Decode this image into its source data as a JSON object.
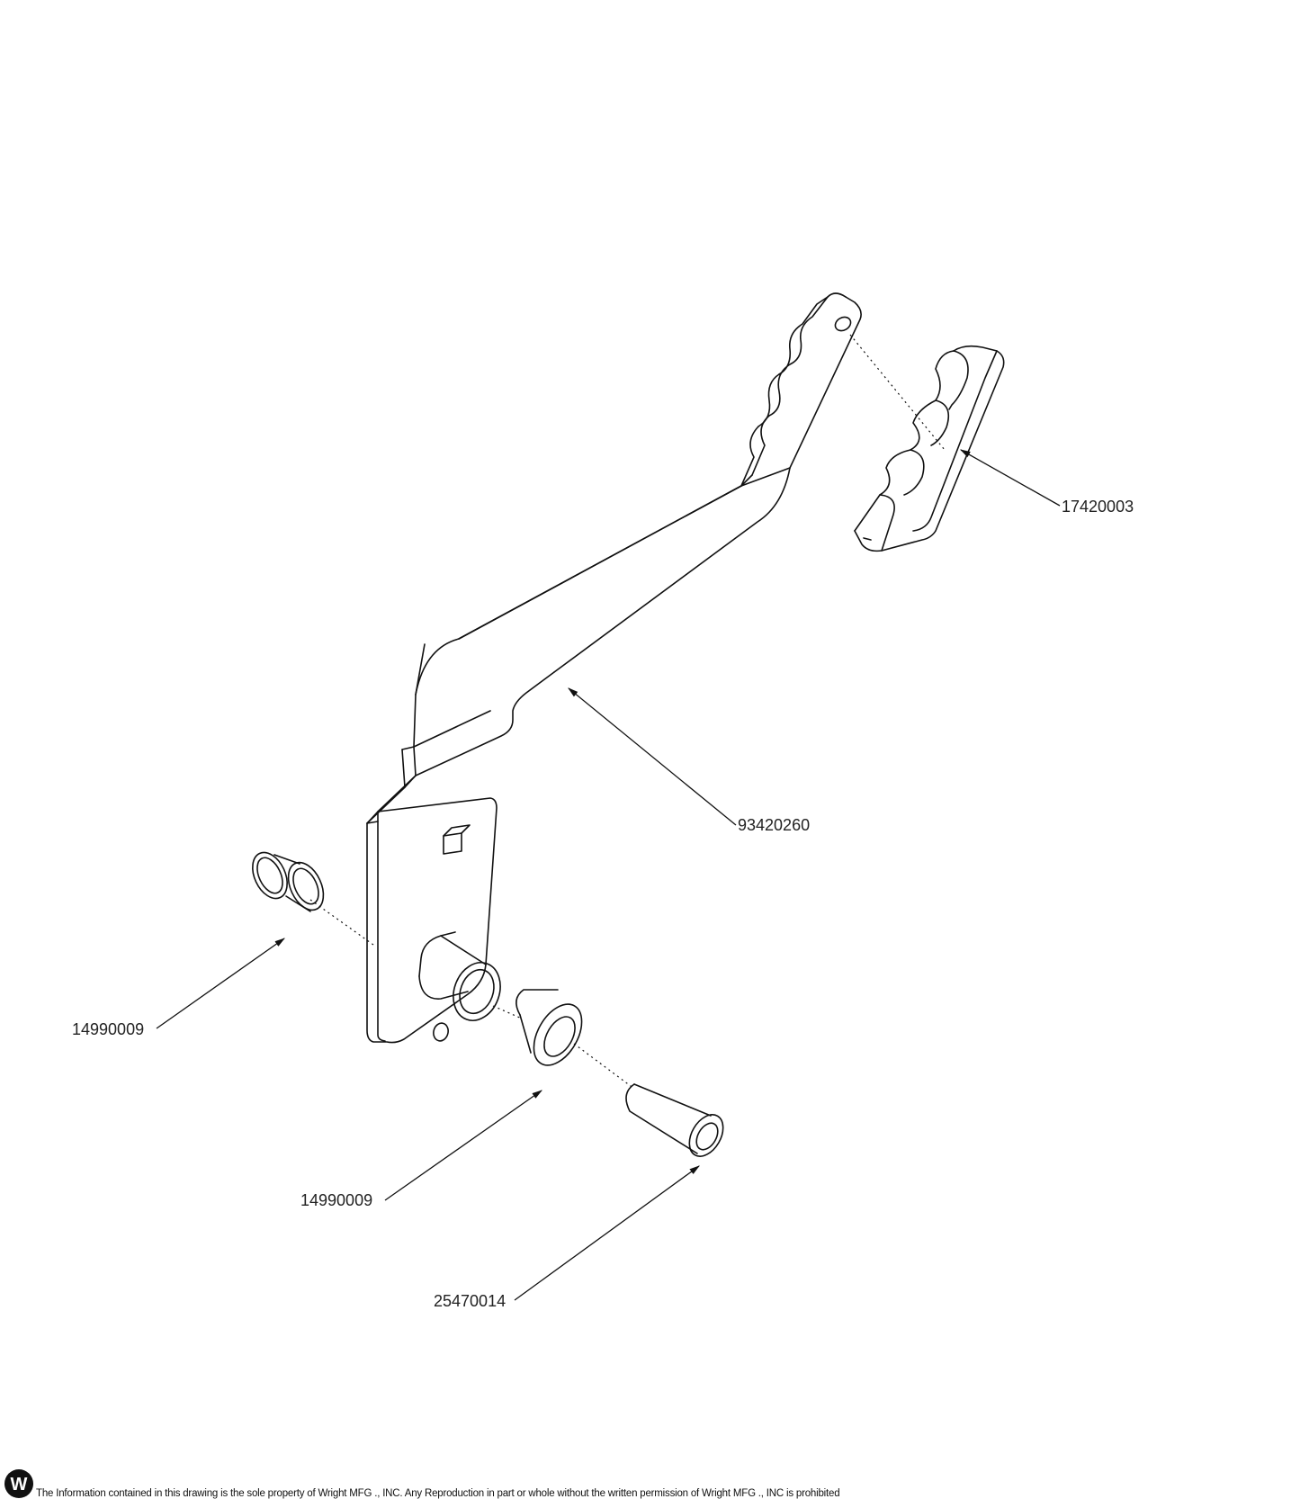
{
  "parts": {
    "brake_pedal": "93420260",
    "pedal_pad": "17420003",
    "bushing_left": "14990009",
    "bushing_right": "14990009",
    "spacer_tube": "25470014"
  },
  "footer": {
    "logo_letter": "W",
    "notice": "The Information contained in this drawing is the sole property of Wright MFG ., INC. Any Reproduction in part or whole without the written permission of Wright MFG ., INC is prohibited"
  }
}
